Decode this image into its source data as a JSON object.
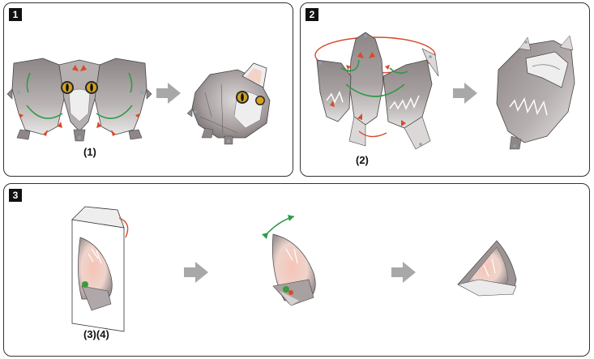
{
  "steps": [
    {
      "number": "1",
      "caption": "(1)"
    },
    {
      "number": "2",
      "caption": "(2)"
    },
    {
      "number": "3",
      "caption": "(3)(4)"
    }
  ],
  "colors": {
    "paper_fur": "#a89e9e",
    "paper_light": "#ecebeb",
    "ear_pink": "#f2b7a7",
    "arrow_gray": "#a8a8a8",
    "fold_green": "#2f9a4a",
    "fold_red": "#d84a2a",
    "glue_dot": "#3c9a3e"
  },
  "icons": [
    "step-badge",
    "flow-arrow-icon",
    "fold-arrow-icon",
    "glue-dot-icon"
  ]
}
